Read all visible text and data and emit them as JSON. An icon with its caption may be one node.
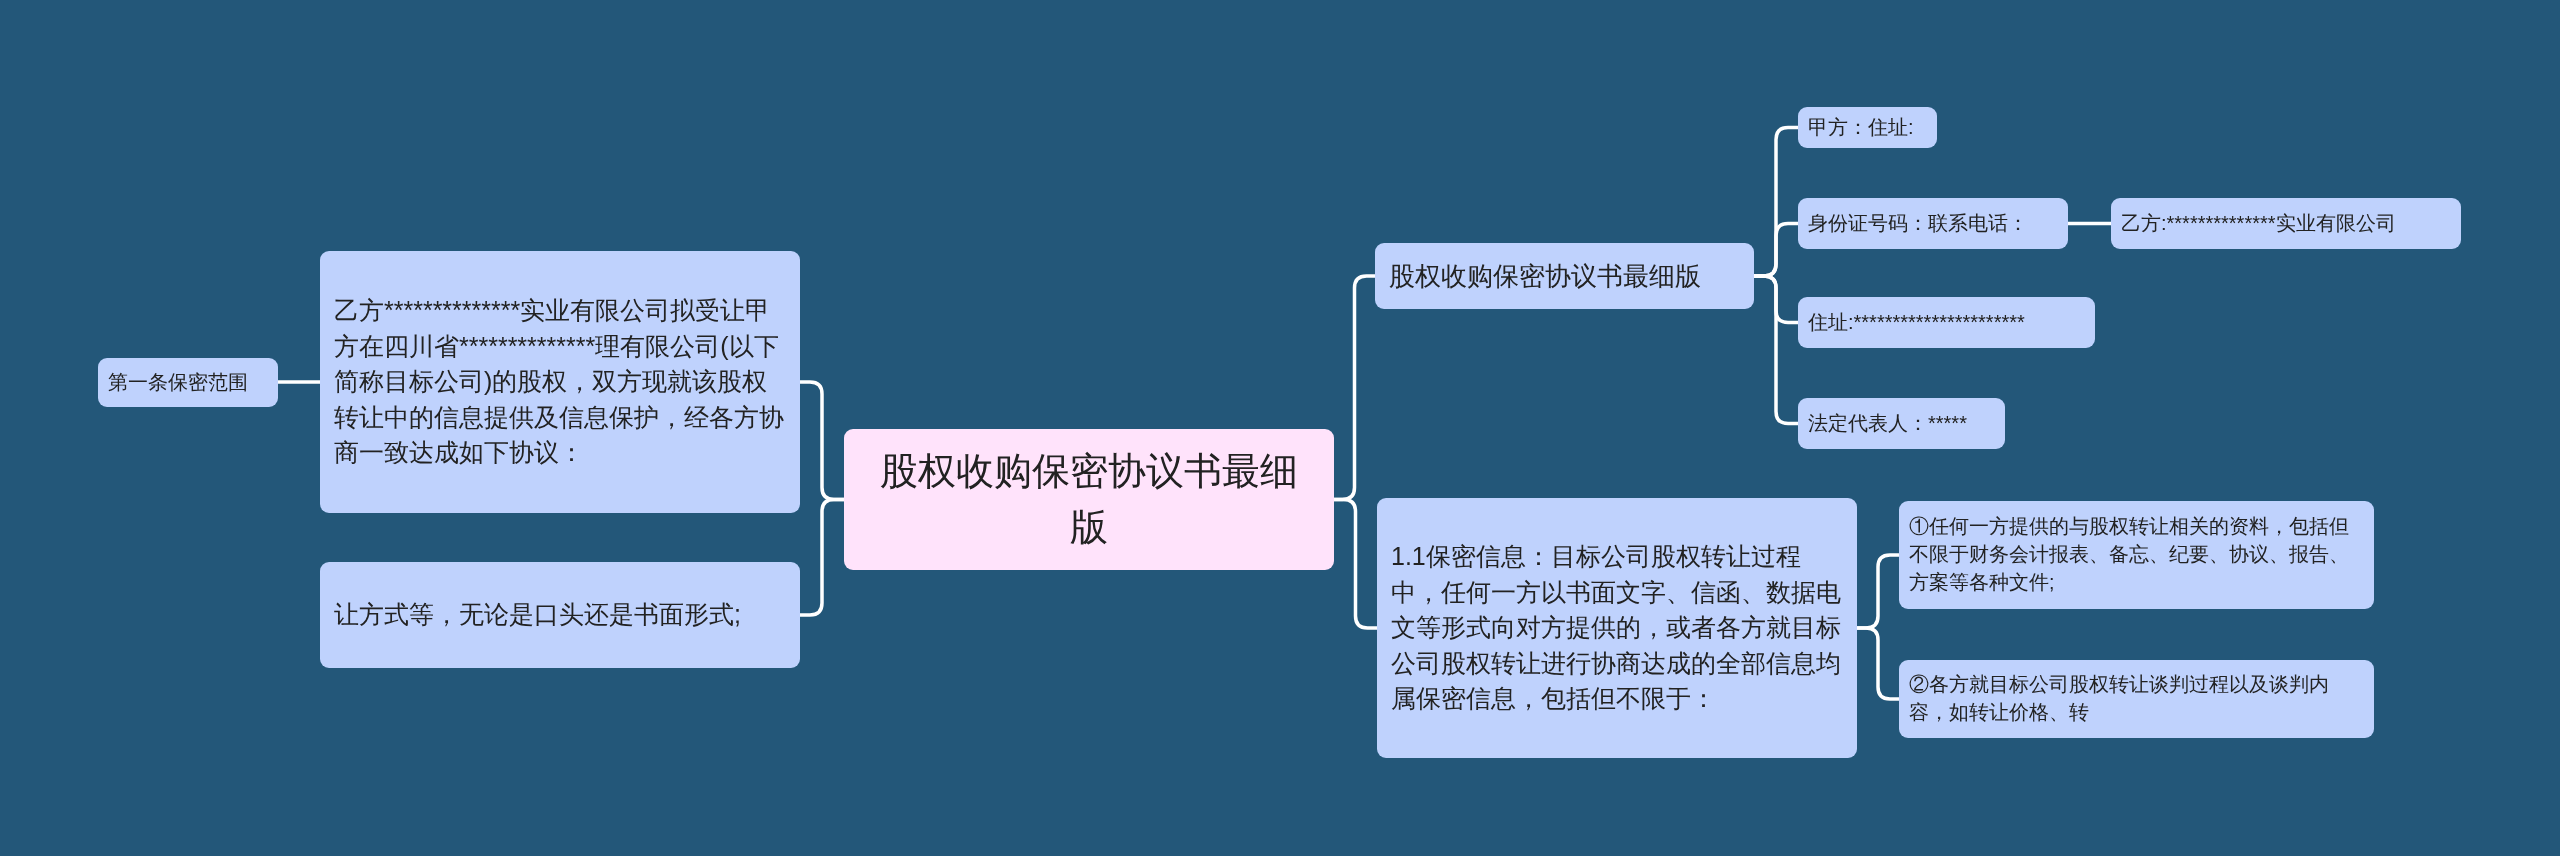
{
  "diagram": {
    "nodes": [
      {
        "text": [
          "股权收购保密协议书最细版"
        ]
      },
      {
        "text": [
          "乙方**************实业有限公司拟受让甲方在四川省**************理有限公司(以下简称目标公司)的股权，双方现就该股权转让中的信息提供及信息保护，经各方协商一致达成如下协议："
        ]
      },
      {
        "text": [
          "让方式等，无论是口头还是书面形式;"
        ]
      },
      {
        "text": [
          "第一条保密范围"
        ]
      },
      {
        "text": [
          "股权收购保密协议书最细版"
        ]
      },
      {
        "text": [
          "甲方：住址:"
        ]
      },
      {
        "text": [
          "身份证号码：联系电话："
        ]
      },
      {
        "text": [
          "乙方:**************实业有限公司"
        ]
      },
      {
        "text": [
          "住址:**********************"
        ]
      },
      {
        "text": [
          "法定代表人：*****"
        ]
      },
      {
        "text": [
          "1.1保密信息：目标公司股权转让过程中，任何一方以书面文字、信函、数据电文等形式向对方提供的，或者各方就目标公司股权转让进行协商达成的全部信息均属保密信息，包括但不限于："
        ]
      },
      {
        "text": [
          "①任何一方提供的与股权转让相关的资料，包括但不限于财务会计报表、备忘、纪要、协议、报告、方案等各种文件;"
        ]
      },
      {
        "text": [
          "②各方就目标公司股权转让谈判过程以及谈判内容，如转让价格、转"
        ]
      }
    ],
    "edges": [
      {
        "from": 0,
        "to": 1,
        "arrow": "none"
      },
      {
        "from": 0,
        "to": 2,
        "arrow": "none"
      },
      {
        "from": 1,
        "to": 3,
        "arrow": "none"
      },
      {
        "from": 0,
        "to": 4,
        "arrow": "none"
      },
      {
        "from": 0,
        "to": 10,
        "arrow": "none"
      },
      {
        "from": 4,
        "to": 5,
        "arrow": "none"
      },
      {
        "from": 4,
        "to": 6,
        "arrow": "none"
      },
      {
        "from": 4,
        "to": 8,
        "arrow": "none"
      },
      {
        "from": 4,
        "to": 9,
        "arrow": "none"
      },
      {
        "from": 6,
        "to": 7,
        "arrow": "none"
      },
      {
        "from": 10,
        "to": 11,
        "arrow": "none"
      },
      {
        "from": 10,
        "to": 12,
        "arrow": "none"
      }
    ]
  }
}
